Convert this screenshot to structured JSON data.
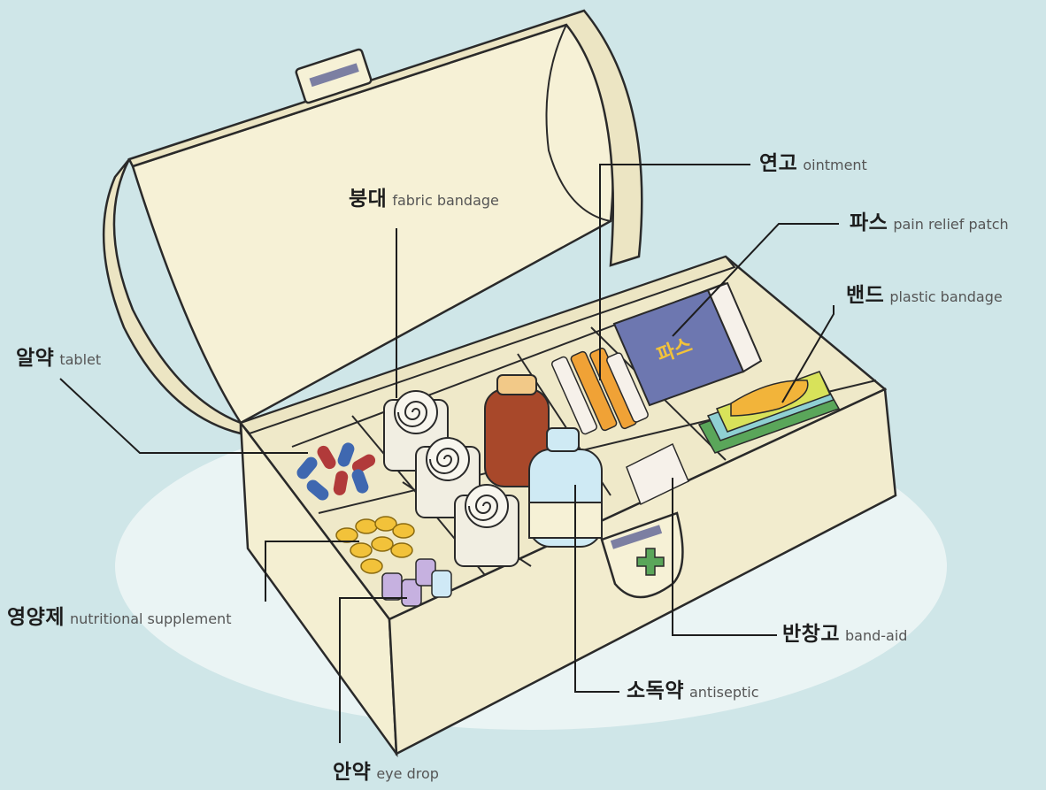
{
  "diagram": {
    "labels": [
      {
        "id": "ointment",
        "ko": "연고",
        "en": "ointment"
      },
      {
        "id": "pain-relief-patch",
        "ko": "파스",
        "en": "pain relief patch"
      },
      {
        "id": "fabric-bandage",
        "ko": "붕대",
        "en": "fabric bandage"
      },
      {
        "id": "plastic-bandage",
        "ko": "밴드",
        "en": "plastic bandage"
      },
      {
        "id": "tablet",
        "ko": "알약",
        "en": "tablet"
      },
      {
        "id": "nutritional-supplement",
        "ko": "영양제",
        "en": "nutritional supplement"
      },
      {
        "id": "band-aid",
        "ko": "반창고",
        "en": "band-aid"
      },
      {
        "id": "antiseptic",
        "ko": "소독약",
        "en": "antiseptic"
      },
      {
        "id": "eye-drop",
        "ko": "안약",
        "en": "eye drop"
      }
    ],
    "patch_box_text": "파스",
    "colors": {
      "background": "#cfe6e8",
      "box": "#f4efd2",
      "outline": "#2a2a2a",
      "cross": "#5aa65a",
      "patch_box": "#6d77b0",
      "bottle_brown": "#a8482a",
      "bottle_blue": "#cfeaf4"
    }
  }
}
